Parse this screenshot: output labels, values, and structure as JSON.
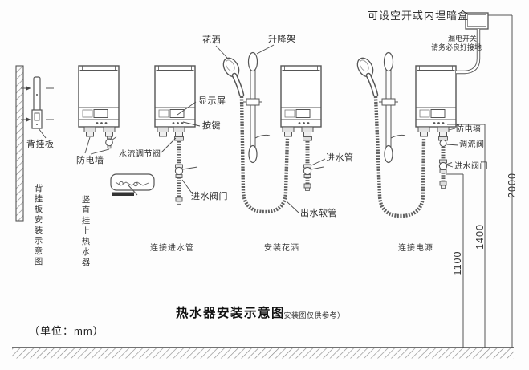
{
  "colors": {
    "line": "#555555",
    "text": "#2e2e2e",
    "background": "#fdfdfd"
  },
  "title": {
    "main": "热水器安装示意图",
    "note": "（安装图仅供参考）",
    "unit_note": "（单位：mm）"
  },
  "panels": {
    "backplate": {
      "part_label": "背挂板",
      "caption": "背挂板安装示意图"
    },
    "hang": {
      "caption": "竖直挂上热水器",
      "anti_electric_wall": "防电墙"
    },
    "inlet": {
      "caption": "连接进水管",
      "display": "显示屏",
      "buttons": "按键",
      "flow_adjust_valve": "水流调节阀",
      "inlet_valve": "进水阀门"
    },
    "shower": {
      "caption": "安装花洒",
      "shower_head": "花洒",
      "lift_rack": "升降架",
      "inlet_pipe": "进水管",
      "outlet_hose": "出水软管"
    },
    "power": {
      "caption": "连接电源",
      "breaker_note": "可设空开或内埋暗盒",
      "ground_note_line1": "漏电开关",
      "ground_note_line2": "请务必良好接地",
      "anti_electric_wall": "防电墙",
      "flow_valve": "调流阀",
      "inlet_valve": "进水阀门"
    }
  },
  "dimensions": {
    "valve_height": "1100",
    "heater_height": "1400",
    "box_height": "2000"
  }
}
